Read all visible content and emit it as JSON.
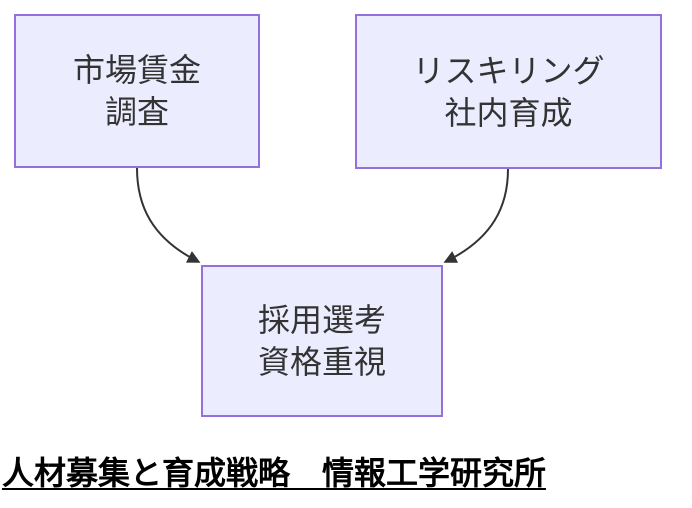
{
  "diagram": {
    "nodes": [
      {
        "id": "market-wage-survey",
        "line1": "市場賃金",
        "line2": "調査"
      },
      {
        "id": "reskilling-internal-training",
        "line1": "リスキリング",
        "line2": "社内育成"
      },
      {
        "id": "hiring-qualification-focus",
        "line1": "採用選考",
        "line2": "資格重視"
      }
    ],
    "edges": [
      {
        "from": "market-wage-survey",
        "to": "hiring-qualification-focus"
      },
      {
        "from": "reskilling-internal-training",
        "to": "hiring-qualification-focus"
      }
    ],
    "caption": "人材募集と育成戦略　情報工学研究所",
    "colors": {
      "node_fill": "#ECECFF",
      "node_border": "#9370DB",
      "node_text": "#333333",
      "edge": "#333333",
      "caption_text": "#000000",
      "background": "#FFFFFF"
    }
  }
}
